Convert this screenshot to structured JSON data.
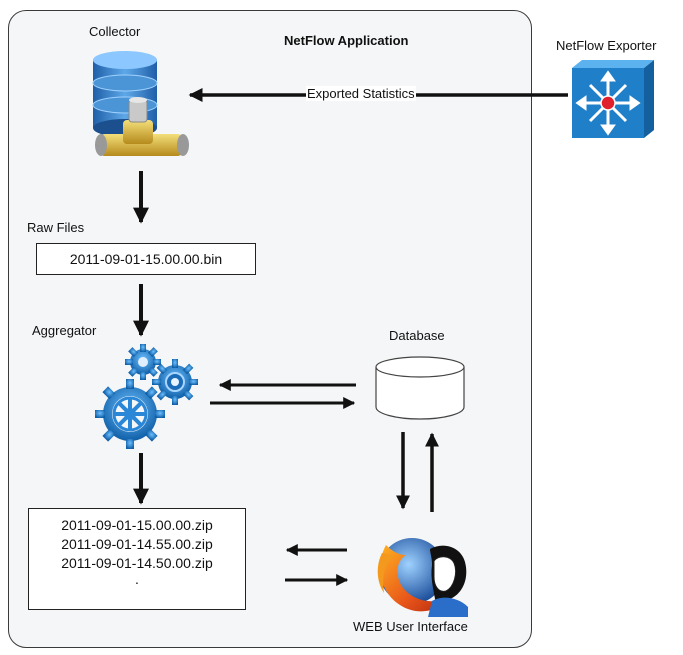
{
  "app": {
    "title": "NetFlow Application"
  },
  "collector": {
    "label": "Collector",
    "icon": "database-server-icon"
  },
  "exporter": {
    "label": "NetFlow Exporter",
    "icon": "network-switch-icon",
    "color": "#1f7fc9"
  },
  "flow": {
    "exported_label": "Exported Statistics"
  },
  "raw_files": {
    "label": "Raw Files",
    "file": "2011-09-01-15.00.00.bin"
  },
  "aggregator": {
    "label": "Aggregator",
    "icon": "gears-icon",
    "color": "#1b78c4"
  },
  "database": {
    "label": "Database",
    "icon": "database-cylinder-icon"
  },
  "output": {
    "files": [
      "2011-09-01-15.00.00.zip",
      "2011-09-01-14.55.00.zip",
      "2011-09-01-14.50.00.zip",
      "."
    ]
  },
  "web_ui": {
    "label": "WEB User Interface",
    "icon": "firefox-browser-icon"
  }
}
